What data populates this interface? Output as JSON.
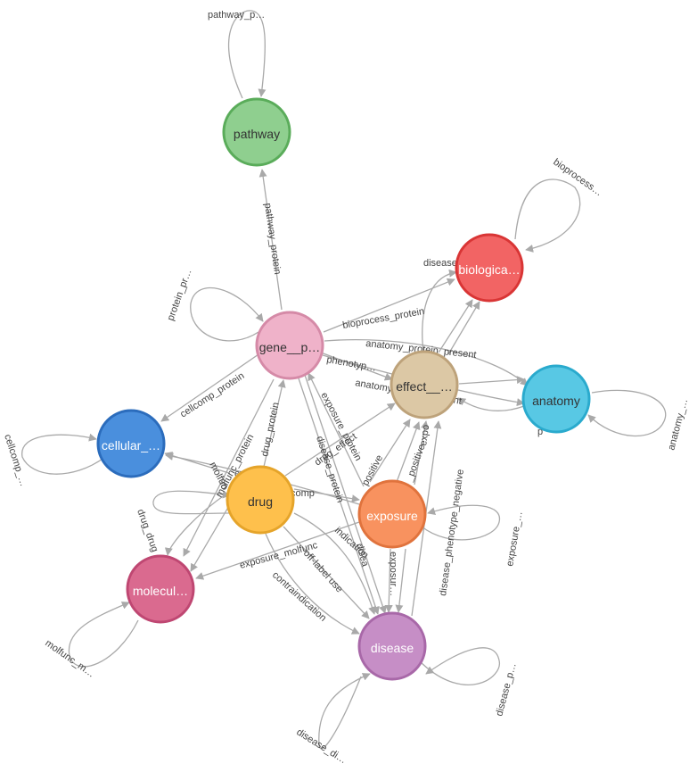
{
  "nodes": {
    "pathway": {
      "label": "pathway",
      "fill": "#8fcf8f",
      "stroke": "#5aac5a",
      "text_color": "#333333"
    },
    "biological": {
      "label": "biologica…",
      "fill": "#f26464",
      "stroke": "#d93535",
      "text_color": "#ffffff"
    },
    "gene": {
      "label": "gene__p…",
      "fill": "#efb2c9",
      "stroke": "#d58aa7",
      "text_color": "#333333"
    },
    "effect": {
      "label": "effect__…",
      "fill": "#dcc8a5",
      "stroke": "#bda27a",
      "text_color": "#333333"
    },
    "anatomy": {
      "label": "anatomy",
      "fill": "#58c8e4",
      "stroke": "#2aaacd",
      "text_color": "#333333"
    },
    "cellular": {
      "label": "cellular_…",
      "fill": "#4a8fdd",
      "stroke": "#2b6cbc",
      "text_color": "#ffffff"
    },
    "drug": {
      "label": "drug",
      "fill": "#fec04c",
      "stroke": "#e5a42a",
      "text_color": "#333333"
    },
    "exposure": {
      "label": "exposure",
      "fill": "#f8925f",
      "stroke": "#e0733d",
      "text_color": "#ffffff"
    },
    "molecular": {
      "label": "molecul…",
      "fill": "#da6a8f",
      "stroke": "#bf4772",
      "text_color": "#ffffff"
    },
    "disease": {
      "label": "disease",
      "fill": "#c68ec6",
      "stroke": "#a868a8",
      "text_color": "#ffffff"
    }
  },
  "edge_labels": {
    "pathway_self": "pathway_p…",
    "pathway_protein": "pathway_protein",
    "bioprocess_self": "bioprocess…",
    "bioprocess_protein": "bioprocess_protein",
    "protein_self": "protein_pr…",
    "anatomy_protein_present": "anatomy_protein_present",
    "anatomy_protein_absent": "anatomy_protein_absent",
    "phenotype_protein": "phenotyp…",
    "cellcomp_protein": "cellcomp_protein",
    "cellcomp_self": "cellcomp_…",
    "anatomy_self": "anatomy_…",
    "anatomy_small": "p",
    "drug_protein": "drug_protein",
    "molfunc_protein": "molfunc_protein",
    "exposure_protein": "exposure_protein",
    "disease_protein": "disease_protein",
    "drug_effect": "drug_effect",
    "positive": "positive",
    "exposure_effect_positive": "_positive",
    "expo_effect": "expo",
    "disease_phenotype_negative": "disease_phenotype_negative",
    "disease_bioprocess": "disease",
    "exposure_cellcomp": "exp",
    "molfunc_label": "molfun",
    "drug_comp": "comp",
    "drug_drug": "drug_drug",
    "exposure_molfunc": "exposure_molfunc",
    "indication": "indication",
    "off_label_use": "off-label use",
    "contraindication": "contraindication",
    "disease_small": "disea",
    "exposure_disease": "exposur…",
    "disease_exposure": "disease",
    "exposure_self": "exposure_…",
    "molfunc_self": "molfunc_m…",
    "disease_phenotype_self": "disease_p…",
    "disease_disease_self": "disease_di…"
  }
}
